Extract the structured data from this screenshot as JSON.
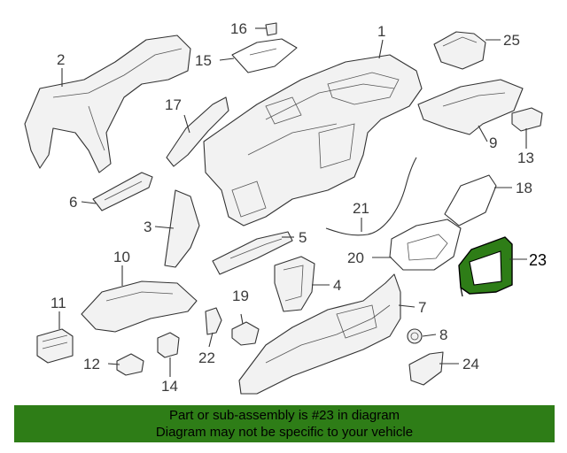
{
  "callouts": [
    {
      "id": "1",
      "label": "1"
    },
    {
      "id": "2",
      "label": "2"
    },
    {
      "id": "3",
      "label": "3"
    },
    {
      "id": "4",
      "label": "4"
    },
    {
      "id": "5",
      "label": "5"
    },
    {
      "id": "6",
      "label": "6"
    },
    {
      "id": "7",
      "label": "7"
    },
    {
      "id": "8",
      "label": "8"
    },
    {
      "id": "9",
      "label": "9"
    },
    {
      "id": "10",
      "label": "10"
    },
    {
      "id": "11",
      "label": "11"
    },
    {
      "id": "12",
      "label": "12"
    },
    {
      "id": "13",
      "label": "13"
    },
    {
      "id": "14",
      "label": "14"
    },
    {
      "id": "15",
      "label": "15"
    },
    {
      "id": "16",
      "label": "16"
    },
    {
      "id": "17",
      "label": "17"
    },
    {
      "id": "18",
      "label": "18"
    },
    {
      "id": "19",
      "label": "19"
    },
    {
      "id": "20",
      "label": "20"
    },
    {
      "id": "21",
      "label": "21"
    },
    {
      "id": "22",
      "label": "22"
    },
    {
      "id": "23",
      "label": "23"
    },
    {
      "id": "24",
      "label": "24"
    },
    {
      "id": "25",
      "label": "25"
    }
  ],
  "highlighted_part": "23",
  "colors": {
    "banner_bg": "#2e7d17",
    "highlight_fill": "#2e7d17",
    "line": "#333333"
  },
  "banner": {
    "line1": "Part or sub-assembly is #23 in diagram",
    "line2": "Diagram may not be specific to your vehicle"
  }
}
